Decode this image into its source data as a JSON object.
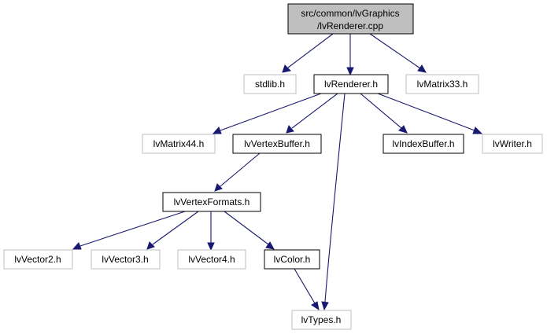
{
  "colors": {
    "edge": "#191970",
    "root_fill": "#bfbfbf",
    "root_border": "#000000",
    "documented_border": "#000000",
    "undocumented_border": "#bfbfbf",
    "node_fill": "#ffffff"
  },
  "nodes": {
    "root_line1": "src/common/lvGraphics",
    "root_line2": "/lvRenderer.cpp",
    "stdlib": "stdlib.h",
    "lvRenderer": "lvRenderer.h",
    "lvMatrix33": "lvMatrix33.h",
    "lvMatrix44": "lvMatrix44.h",
    "lvVertexBuffer": "lvVertexBuffer.h",
    "lvIndexBuffer": "lvIndexBuffer.h",
    "lvWriter": "lvWriter.h",
    "lvVertexFormats": "lvVertexFormats.h",
    "lvVector2": "lvVector2.h",
    "lvVector3": "lvVector3.h",
    "lvVector4": "lvVector4.h",
    "lvColor": "lvColor.h",
    "lvTypes": "lvTypes.h"
  },
  "edges": [
    [
      "root",
      "stdlib"
    ],
    [
      "root",
      "lvRenderer"
    ],
    [
      "root",
      "lvMatrix33"
    ],
    [
      "lvRenderer",
      "lvMatrix44"
    ],
    [
      "lvRenderer",
      "lvVertexBuffer"
    ],
    [
      "lvRenderer",
      "lvIndexBuffer"
    ],
    [
      "lvRenderer",
      "lvWriter"
    ],
    [
      "lvRenderer",
      "lvTypes"
    ],
    [
      "lvVertexBuffer",
      "lvVertexFormats"
    ],
    [
      "lvVertexFormats",
      "lvVector2"
    ],
    [
      "lvVertexFormats",
      "lvVector3"
    ],
    [
      "lvVertexFormats",
      "lvVector4"
    ],
    [
      "lvVertexFormats",
      "lvColor"
    ],
    [
      "lvColor",
      "lvTypes"
    ]
  ]
}
